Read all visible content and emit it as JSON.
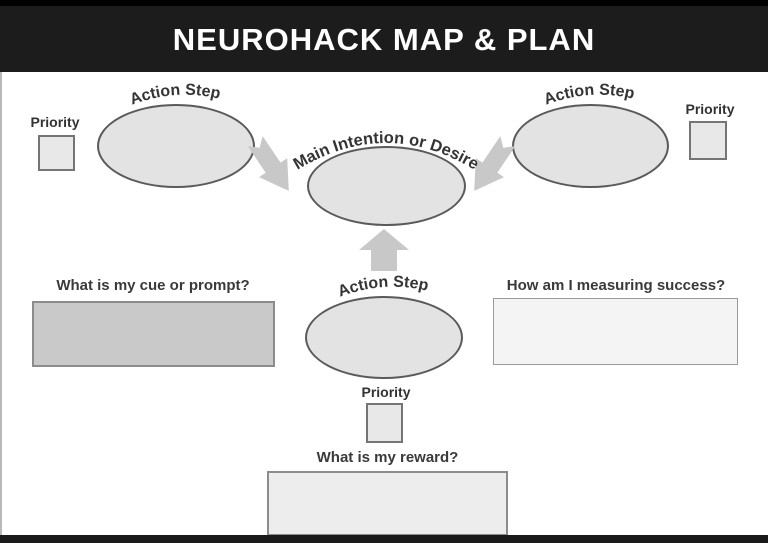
{
  "header": {
    "title": "NEUROHACK MAP & PLAN"
  },
  "center": {
    "label": "Main Intention or Desire"
  },
  "left_branch": {
    "action_label": "Action Step",
    "priority_label": "Priority"
  },
  "right_branch": {
    "action_label": "Action Step",
    "priority_label": "Priority"
  },
  "bottom_branch": {
    "action_label": "Action Step",
    "priority_label": "Priority"
  },
  "questions": {
    "cue": "What is my cue or prompt?",
    "success": "How am I measuring success?",
    "reward": "What is my reward?"
  },
  "colors": {
    "header_bg": "#1c1c1c",
    "header_text": "#ffffff",
    "shape_fill": "#e3e3e3",
    "shape_stroke": "#5a5a5a",
    "arrow_fill": "#c8c8c8",
    "cue_box_fill": "#c9c9c9",
    "success_box_fill": "#f4f4f4",
    "reward_box_fill": "#ededed",
    "label_text": "#343434"
  }
}
